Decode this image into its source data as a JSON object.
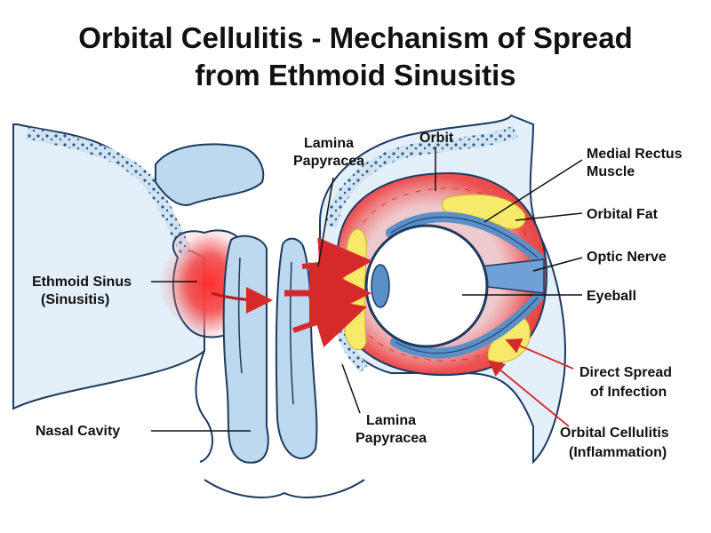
{
  "title": {
    "line1": "Orbital Cellulitis - Mechanism of Spread",
    "line2": "from Ethmoid Sinusitis"
  },
  "labels": {
    "ethmoid_sinus": [
      "Ethmoid Sinus",
      "(Sinusitis)"
    ],
    "nasal_cavity": "Nasal Cavity",
    "lamina_top": [
      "Lamina",
      "Papyracea"
    ],
    "lamina_bottom": [
      "Lamina",
      "Papyracea"
    ],
    "orbit": "Orbit",
    "medial_rectus": [
      "Medial Rectus",
      "Muscle"
    ],
    "orbital_fat": "Orbital Fat",
    "optic_nerve": "Optic Nerve",
    "eyeball": "Eyeball",
    "direct_spread": [
      "Direct Spread",
      "of Infection"
    ],
    "orbital_cellulitis": [
      "Orbital Cellulitis",
      "(Inflammation)"
    ]
  },
  "colors": {
    "bone_fill": "#d7e8f5",
    "bone_stroke": "#1e3a5f",
    "cavity_fill": "#bcd9f0",
    "inflammation": "#e8393c",
    "fat": "#f7e96a",
    "muscle": "#5a8fc8",
    "arrow_red": "#d62a2a"
  }
}
